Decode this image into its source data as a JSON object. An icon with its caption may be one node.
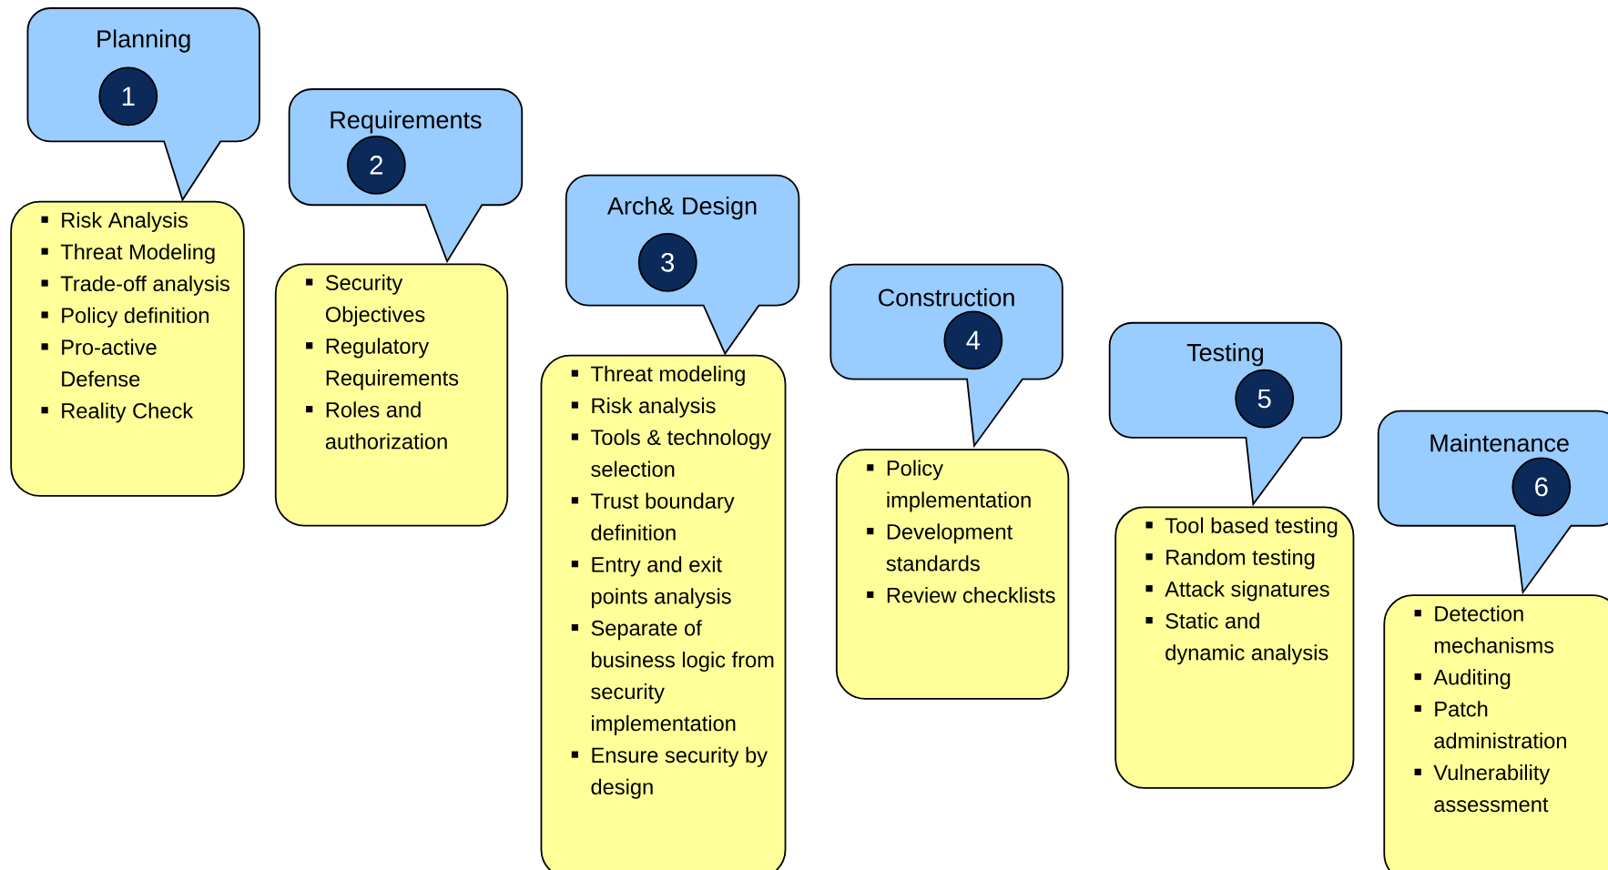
{
  "diagram": {
    "nodes": [
      {
        "text": [
          "Planning"
        ]
      },
      {
        "text": [
          "1"
        ],
        "in": 0
      },
      {
        "text": [
          "Risk Analysis",
          "Threat Modeling",
          "Trade-off analysis",
          "Policy definition",
          "Pro-active Defense",
          "Reality Check"
        ]
      },
      {
        "text": [
          "Requirements"
        ]
      },
      {
        "text": [
          "2"
        ],
        "in": 3
      },
      {
        "text": [
          "Security Objectives",
          "Regulatory Requirements",
          "Roles and authorization"
        ]
      },
      {
        "text": [
          "Arch& Design"
        ]
      },
      {
        "text": [
          "3"
        ],
        "in": 6
      },
      {
        "text": [
          "Threat modeling",
          "Risk analysis",
          "Tools & technology selection",
          "Trust boundary definition",
          "Entry and exit points analysis",
          "Separate of business logic from security implementation",
          "Ensure security by design"
        ]
      },
      {
        "text": [
          "Construction"
        ]
      },
      {
        "text": [
          "4"
        ],
        "in": 9
      },
      {
        "text": [
          "Policy implementation",
          "Development standards",
          "Review checklists"
        ]
      },
      {
        "text": [
          "Testing"
        ]
      },
      {
        "text": [
          "5"
        ],
        "in": 12
      },
      {
        "text": [
          "Tool based testing",
          "Random testing",
          "Attack signatures",
          "Static and dynamic analysis"
        ]
      },
      {
        "text": [
          "Maintenance"
        ]
      },
      {
        "text": [
          "6"
        ],
        "in": 15
      },
      {
        "text": [
          "Detection mechanisms",
          "Auditing",
          "Patch administration",
          "Vulnerability assessment"
        ]
      }
    ]
  }
}
